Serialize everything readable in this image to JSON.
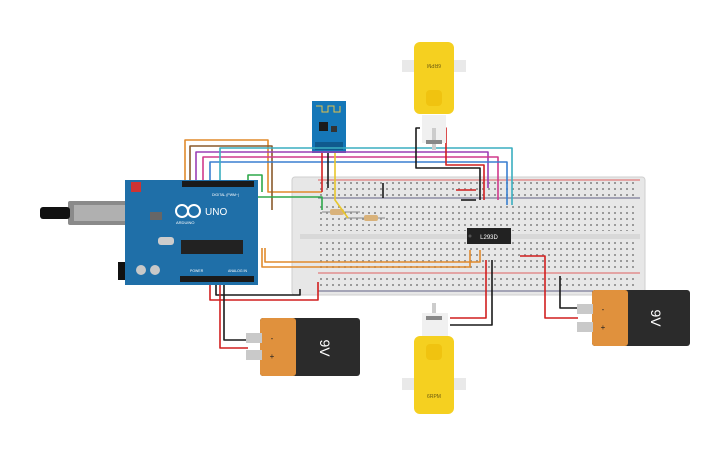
{
  "arduino": {
    "brand": "ARDUINO",
    "model": "UNO",
    "digital_label": "DIGITAL (PWM~)",
    "power_label": "POWER",
    "analog_label": "ANALOG IN"
  },
  "driver": {
    "label": "L293D"
  },
  "motors": [
    {
      "label": "6RPM"
    },
    {
      "label": "6RPM"
    }
  ],
  "batteries": [
    {
      "label": "9V",
      "plus": "+",
      "minus": "-"
    },
    {
      "label": "9V",
      "plus": "+",
      "minus": "-"
    }
  ],
  "colors": {
    "arduino_board": "#1f6fa8",
    "breadboard": "#e9e9e9",
    "motor_body": "#f5d020",
    "battery_top": "#e0913d",
    "battery_body": "#2b2b2b",
    "wifi_module": "#1577b8",
    "wire_red": "#d11f1f",
    "wire_black": "#1a1a1a",
    "wire_orange": "#e08a2c",
    "wire_purple": "#9b3fb5",
    "wire_magenta": "#d03a8c",
    "wire_green": "#2ea84a",
    "wire_blue": "#3a7fd0",
    "wire_teal": "#3aaec0",
    "wire_yellow": "#e7c62c",
    "wire_brown": "#8a5a2b"
  }
}
